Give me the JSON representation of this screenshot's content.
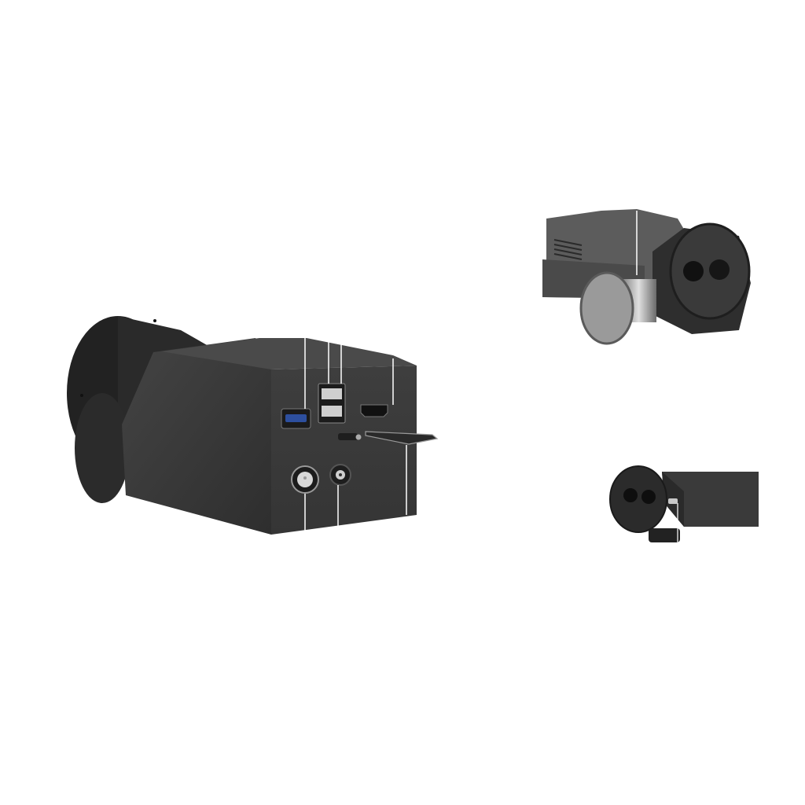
{
  "scene": {
    "background": "#ffffff",
    "body_color": "#3a3a3a",
    "body_dark": "#262626",
    "body_top": "#4a4a4a",
    "usb3_blue": "#2d4f9e",
    "metal": "#b9b9b9",
    "leader_line": "#ffffff"
  },
  "views": [
    {
      "name": "main-rear-view",
      "ports": [
        "usb3-port",
        "dual-usb2-port",
        "hdmi-port",
        "power-button",
        "dc-power-jack",
        "lever-switch"
      ]
    },
    {
      "name": "side-view-top-right",
      "features": [
        "vent-slots",
        "knob",
        "dual-lens-mount"
      ]
    },
    {
      "name": "front-view-bottom-right",
      "features": [
        "dual-lens-mount",
        "screw",
        "box-body"
      ]
    }
  ]
}
